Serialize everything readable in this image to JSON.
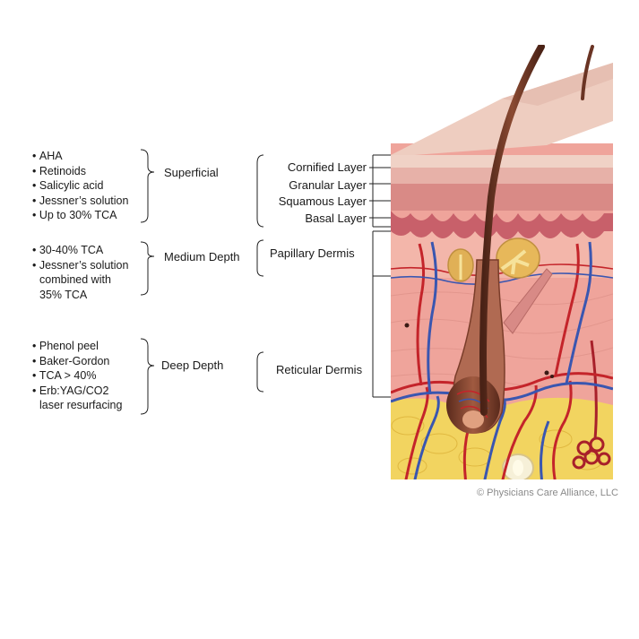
{
  "groups": [
    {
      "category": "Superficial",
      "items": [
        "AHA",
        "Retinoids",
        "Salicylic acid",
        "Jessner’s solution",
        "Up to 30% TCA"
      ]
    },
    {
      "category": "Medium Depth",
      "items": [
        "30-40% TCA",
        "Jessner’s solution",
        "combined with",
        "35% TCA"
      ]
    },
    {
      "category": "Deep Depth",
      "items": [
        "Phenol peel",
        "Baker-Gordon",
        "TCA > 40%",
        "Erb:YAG/CO2",
        "laser resurfacing"
      ]
    }
  ],
  "layers": {
    "cornified": "Cornified Layer",
    "granular": "Granular Layer",
    "squamous": "Squamous Layer",
    "basal": "Basal Layer",
    "papillary": "Papillary Dermis",
    "reticular": "Reticular Dermis"
  },
  "copyright": "© Physicians Care Alliance, LLC",
  "colors": {
    "epidermis": "#e8b4a8",
    "papillary": "#eea39a",
    "reticular": "#f0aba2",
    "fat": "#f2d460",
    "hair": "#7a3d2a",
    "artery": "#c4242a",
    "vein": "#3a56b0"
  }
}
